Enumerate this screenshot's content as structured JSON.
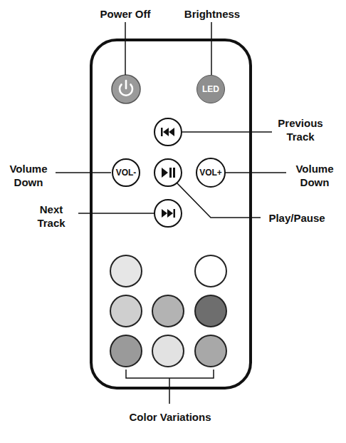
{
  "diagram": {
    "nodes": [
      {
        "text": [
          "LED"
        ]
      },
      {
        "text": [
          "VOL-"
        ]
      },
      {
        "text": [
          "VOL+"
        ]
      }
    ],
    "labels": [
      "Power Off",
      "Brightness",
      "Previous Track",
      "Volume Down",
      "Volume Down",
      "Next Track",
      "Play/Pause",
      "Color Variations"
    ]
  }
}
